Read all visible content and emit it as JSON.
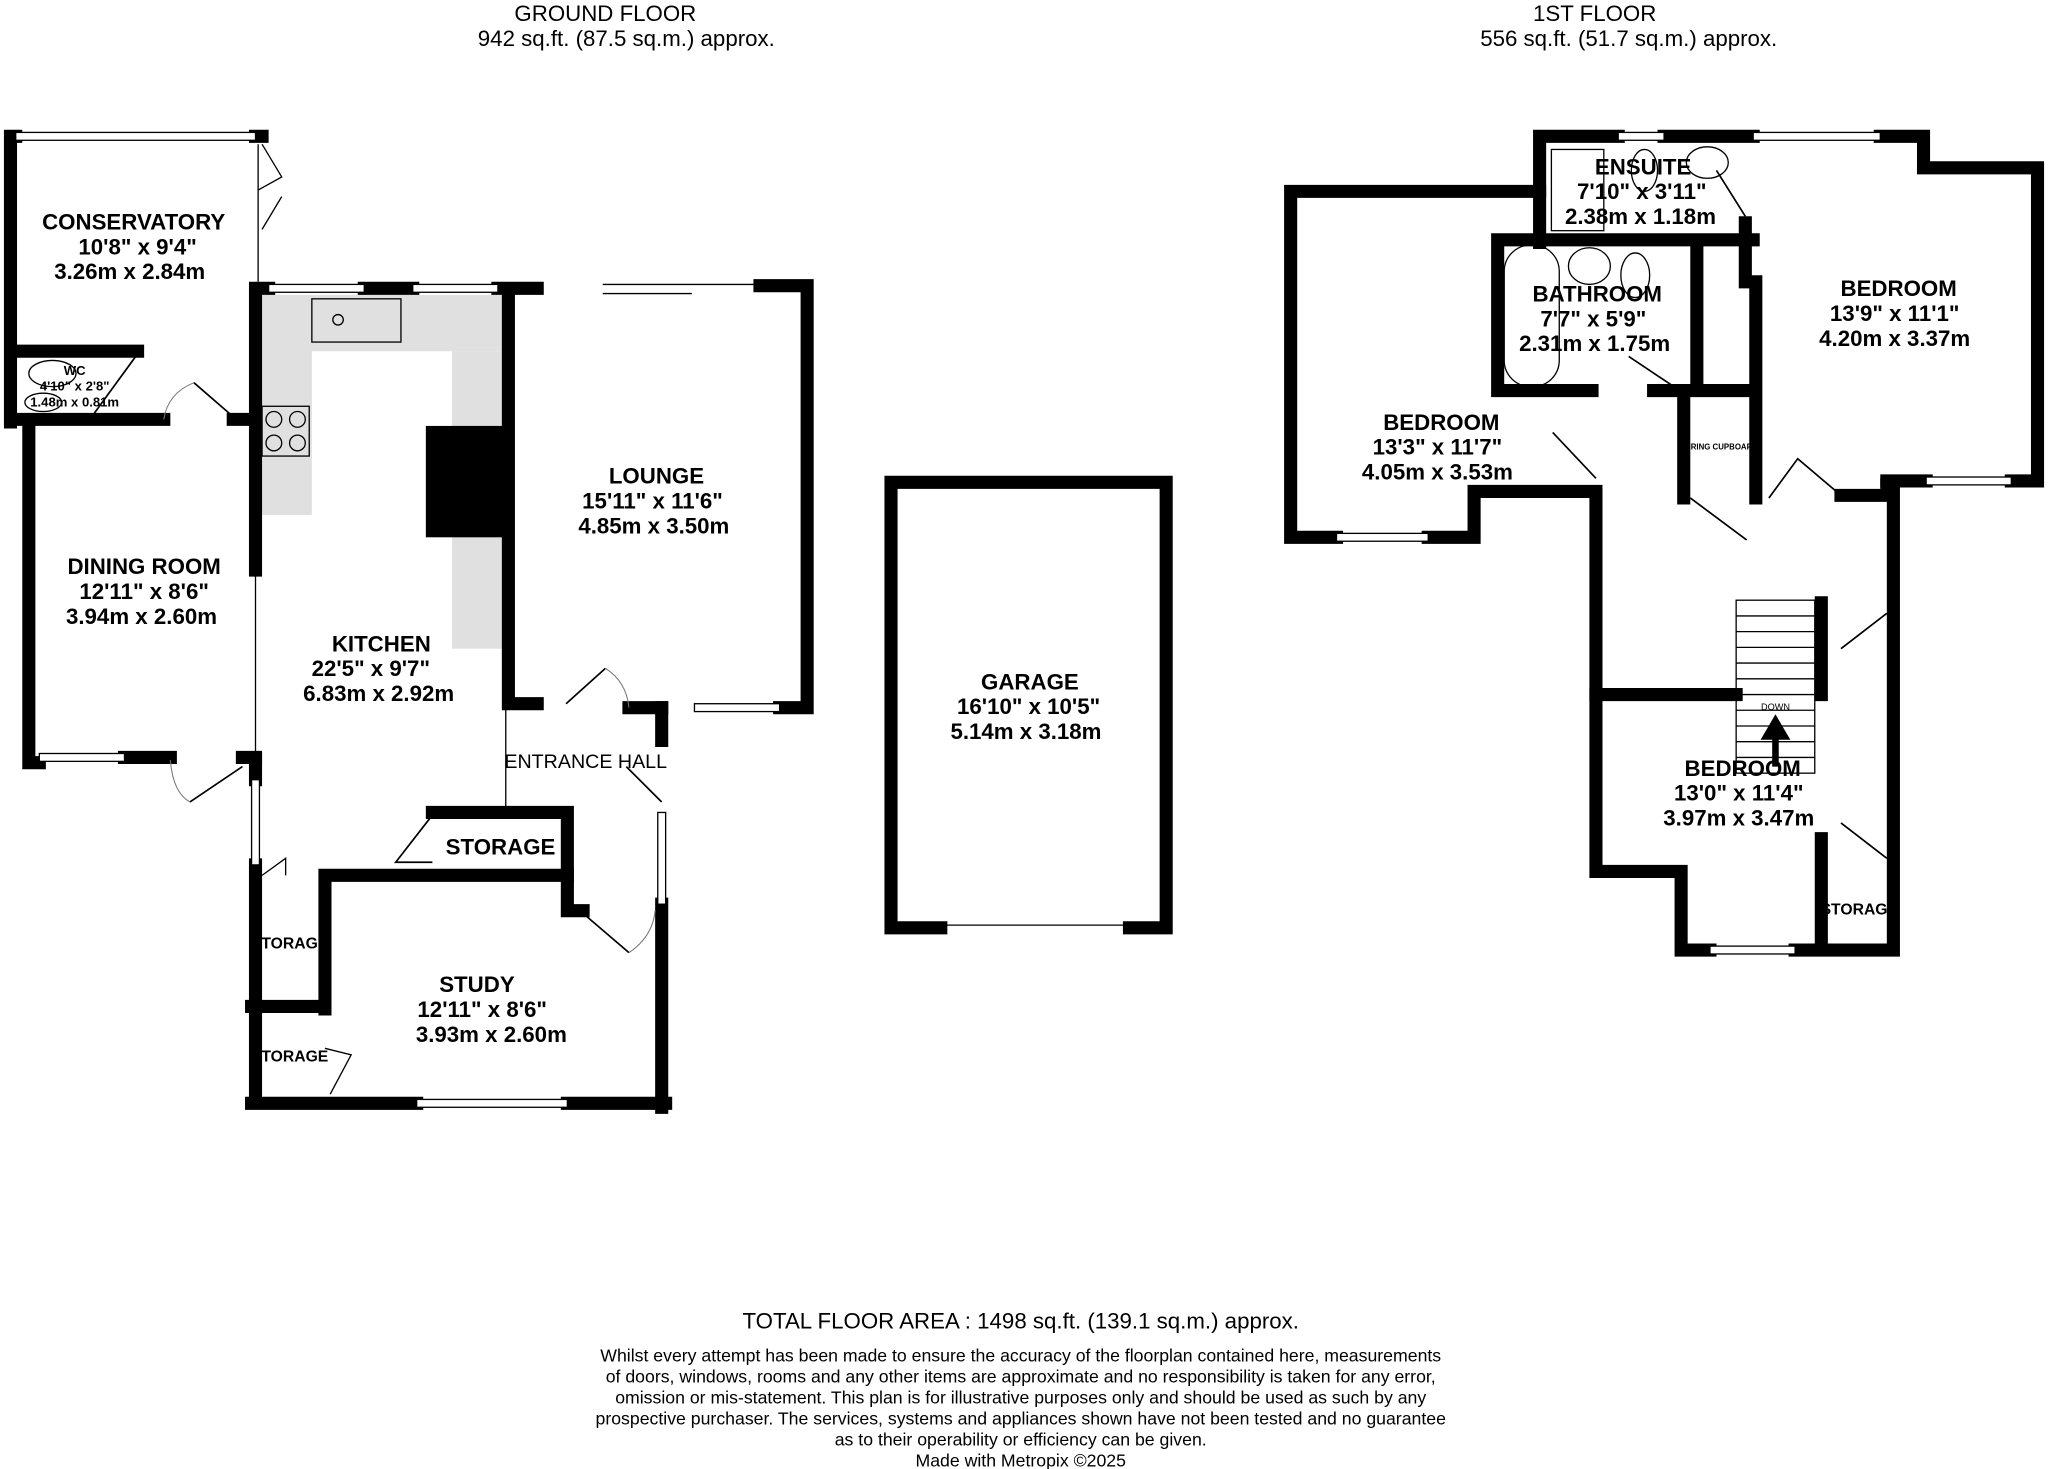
{
  "ground_floor": {
    "title": "GROUND FLOOR",
    "area": "942 sq.ft. (87.5 sq.m.) approx.",
    "rooms": [
      {
        "name": "CONSERVATORY",
        "imperial": "10'8\"  x 9'4\"",
        "metric": "3.26m  x 2.84m"
      },
      {
        "name": "WC",
        "imperial": "4'10\"  x 2'8\"",
        "metric": "1.48m  x 0.81m"
      },
      {
        "name": "DINING ROOM",
        "imperial": "12'11\"  x 8'6\"",
        "metric": "3.94m  x 2.60m"
      },
      {
        "name": "KITCHEN",
        "imperial": "22'5\"  x 9'7\"",
        "metric": "6.83m  x 2.92m"
      },
      {
        "name": "LOUNGE",
        "imperial": "15'11\"  x 11'6\"",
        "metric": "4.85m  x 3.50m"
      },
      {
        "name": "ENTRANCE HALL"
      },
      {
        "name": "STORAGE"
      },
      {
        "name": "STUDY",
        "imperial": "12'11\"  x 8'6\"",
        "metric": "3.93m  x 2.60m"
      },
      {
        "name": "TORAGE"
      },
      {
        "name": "TORAGE"
      },
      {
        "name": "GARAGE",
        "imperial": "16'10\"  x 10'5\"",
        "metric": "5.14m  x 3.18m"
      }
    ]
  },
  "first_floor": {
    "title": "1ST FLOOR",
    "area": "556 sq.ft. (51.7 sq.m.) approx.",
    "rooms": [
      {
        "name": "ENSUITE",
        "imperial": "7'10\"  x 3'11\"",
        "metric": "2.38m  x 1.18m"
      },
      {
        "name": "BATHROOM",
        "imperial": "7'7\"  x 5'9\"",
        "metric": "2.31m  x 1.75m"
      },
      {
        "name": "BEDROOM",
        "imperial": "13'9\"  x 11'1\"",
        "metric": "4.20m  x 3.37m"
      },
      {
        "name": "BEDROOM",
        "imperial": "13'3\"  x 11'7\"",
        "metric": "4.05m  x 3.53m"
      },
      {
        "name": "AIRING CUPBOARD"
      },
      {
        "name": "BEDROOM",
        "imperial": "13'0\"  x 11'4\"",
        "metric": "3.97m  x 3.47m"
      },
      {
        "name": "STORAG"
      }
    ],
    "stairs_label": "DOWN"
  },
  "footer": {
    "total": "TOTAL FLOOR AREA : 1498 sq.ft. (139.1 sq.m.) approx.",
    "disclaimer": [
      "Whilst every attempt has been made to ensure the accuracy of the floorplan contained here, measurements",
      "of doors, windows, rooms and any other items are approximate and no responsibility is taken for any error,",
      "omission or mis-statement. This plan is for illustrative purposes only and should be used as such by any",
      "prospective purchaser. The services, systems and appliances shown have not been tested and no guarantee",
      "as to their operability or efficiency can be given."
    ],
    "credit": "Made with Metropix ©2025"
  },
  "colors": {
    "walls": "#000000",
    "counter": "#e0e0e0",
    "background": "#ffffff"
  }
}
